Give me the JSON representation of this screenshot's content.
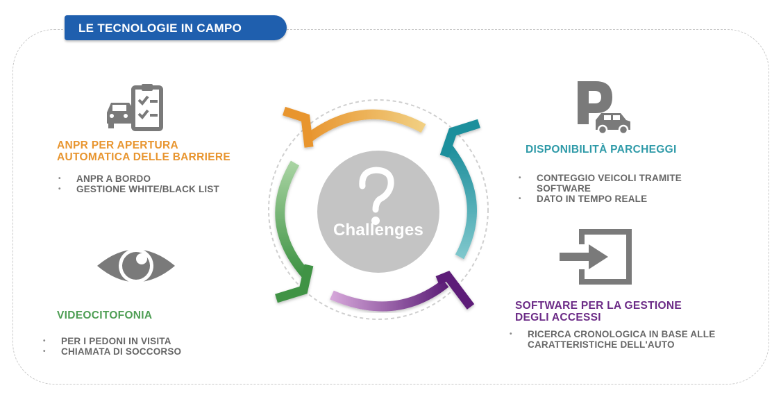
{
  "header": {
    "title": "LE TECNOLOGIE IN CAMPO"
  },
  "center": {
    "label": "Challenges"
  },
  "colors": {
    "header_bg": "#1f5fae",
    "orange": "#e8952f",
    "teal": "#2e9aa8",
    "green": "#4e9e54",
    "purple": "#6b2a86",
    "icon_gray": "#7a7a7a",
    "circle_gray": "#c4c4c4"
  },
  "sections": [
    {
      "id": "anpr",
      "icon": "car-checklist-icon",
      "title_lines": [
        "ANPR PER APERTURA",
        "AUTOMATICA DELLE BARRIERE"
      ],
      "bullets": [
        "ANPR A BORDO",
        "GESTIONE WHITE/BLACK LIST"
      ]
    },
    {
      "id": "parking",
      "icon": "parking-car-icon",
      "title_lines": [
        "DISPONIBILITÀ PARCHEGGI"
      ],
      "bullets": [
        "CONTEGGIO VEICOLI TRAMITE",
        "SOFTWARE",
        "DATO IN TEMPO REALE"
      ]
    },
    {
      "id": "video",
      "icon": "eye-icon",
      "title_lines": [
        "VIDEOCITOFONIA"
      ],
      "bullets": [
        "PER I PEDONI IN VISITA",
        "CHIAMATA DI SOCCORSO"
      ]
    },
    {
      "id": "access",
      "icon": "login-arrow-icon",
      "title_lines": [
        "SOFTWARE PER LA GESTIONE",
        "DEGLI ACCESSI"
      ],
      "bullets": [
        "RICERCA CRONOLOGICA IN BASE ALLE",
        "CARATTERISTICHE DELL'AUTO"
      ]
    }
  ]
}
